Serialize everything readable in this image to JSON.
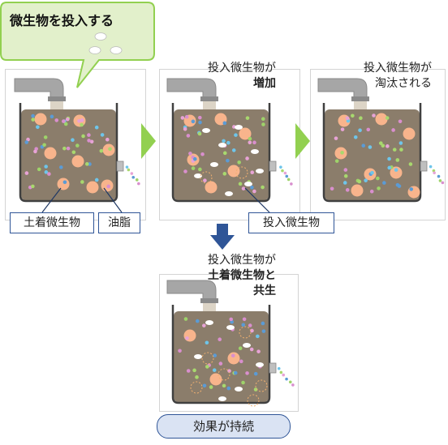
{
  "callout": {
    "text": "微生物を投入する"
  },
  "panels": [
    {
      "id": "p1",
      "caption_lines": []
    },
    {
      "id": "p2",
      "caption_line1": "投入微生物が",
      "caption_line2": "増加"
    },
    {
      "id": "p3",
      "caption_line1": "投入微生物が",
      "caption_line2": "淘汰される"
    },
    {
      "id": "p4",
      "caption_line1": "投入微生物が",
      "caption_line2": "土着微生物と",
      "caption_line3": "共生"
    }
  ],
  "labels": {
    "indigenous": "土着微生物",
    "oil": "油脂",
    "introduced": "投入微生物"
  },
  "result": {
    "text": "効果が持続"
  },
  "colors": {
    "sludge": "#8b7d6b",
    "oil_ball": "#f8b48c",
    "green_arrow": "#92d050",
    "blue_arrow": "#2f5597",
    "callout_fill": "#e2f0cb",
    "callout_border": "#92d050",
    "pill_fill": "#dae3f3"
  }
}
